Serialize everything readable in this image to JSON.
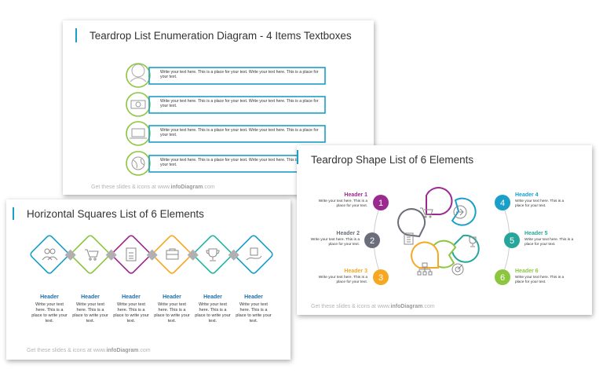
{
  "slide1": {
    "title": "Teardrop List Enumeration Diagram - 4 Items Textboxes",
    "items": [
      {
        "icon": "person-icon",
        "text": "Write your text here. This is a place for your text. Write your text here. This is a place for your text."
      },
      {
        "icon": "money-icon",
        "text": "Write your text here. This is a place for your text. Write your text here. This is a place for your text."
      },
      {
        "icon": "laptop-icon",
        "text": "Write your text here. This is a place for your text. Write your text here. This is a place for your text."
      },
      {
        "icon": "globe-icon",
        "text": "Write your text here. This is a place for your text. Write your text here. This is a place for your text."
      }
    ],
    "footer_prefix": "Get these slides & icons at www.",
    "footer_brand": "infoDiagram",
    "footer_suffix": ".com"
  },
  "slide2": {
    "title": "Horizontal Squares List of 6 Elements",
    "items": [
      {
        "icon": "people-icon",
        "color": "#1a9fc9",
        "header": "Header",
        "text": "Write your text here. This is a place to write your text."
      },
      {
        "icon": "cart-icon",
        "color": "#8cc63f",
        "header": "Header",
        "text": "Write your text here. This is a place to write your text."
      },
      {
        "icon": "clipboard-icon",
        "color": "#9b2a8f",
        "header": "Header",
        "text": "Write your text here. This is a place to write your text."
      },
      {
        "icon": "briefcase-icon",
        "color": "#f7a823",
        "header": "Header",
        "text": "Write your text here. This is a place to write your text."
      },
      {
        "icon": "trophy-icon",
        "color": "#26b5a5",
        "header": "Header",
        "text": "Write your text here. This is a place to write your text."
      },
      {
        "icon": "hand-box-icon",
        "color": "#1a9fc9",
        "header": "Header",
        "text": "Write your text here. This is a place to write your text."
      }
    ],
    "footer_prefix": "Get these slides & icons at www.",
    "footer_brand": "infoDiagram",
    "footer_suffix": ".com"
  },
  "slide3": {
    "title": "Teardrop Shape List of 6 Elements",
    "left": [
      {
        "num": "1",
        "header": "Header 1",
        "color": "#9b2a8f",
        "text": "Write your text here. This is a place for your text."
      },
      {
        "num": "2",
        "header": "Header 2",
        "color": "#6b6e7a",
        "text": "Write your text here. This is a place for your text."
      },
      {
        "num": "3",
        "header": "Header 3",
        "color": "#f7a823",
        "text": "Write your text here. This is a place for your text."
      }
    ],
    "right": [
      {
        "num": "4",
        "header": "Header 4",
        "color": "#1a9fc9",
        "text": "Write your text here. This is a place for your text."
      },
      {
        "num": "5",
        "header": "Header 5",
        "color": "#26a69a",
        "text": "Write your text here. This is a place for your text."
      },
      {
        "num": "6",
        "header": "Header 6",
        "color": "#8cc63f",
        "text": "Write your text here. This is a place for your text."
      }
    ],
    "petal_icons": [
      "cart-icon",
      "arrow-right-icon",
      "trophy-icon",
      "target-icon",
      "org-chart-icon",
      "clipboard-icon"
    ],
    "footer_prefix": "Get these slides & icons at www.",
    "footer_brand": "infoDiagram",
    "footer_suffix": ".com"
  }
}
